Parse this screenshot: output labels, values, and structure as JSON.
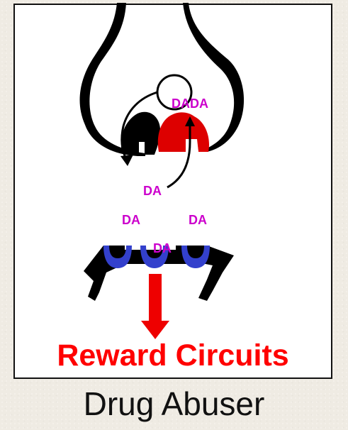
{
  "diagram": {
    "transmitter_labels": [
      "DA",
      "DA",
      "DA",
      "DA",
      "DA",
      "DA"
    ],
    "outcome_label": "Reward Circuits",
    "caption": "Drug Abuser",
    "colors": {
      "neuron": "#000000",
      "transporter": "#dd0000",
      "receptor": "#3340cc",
      "dopamine_text": "#cc00cc",
      "reward_text": "#ff0000",
      "arrow": "#ee0000"
    }
  }
}
